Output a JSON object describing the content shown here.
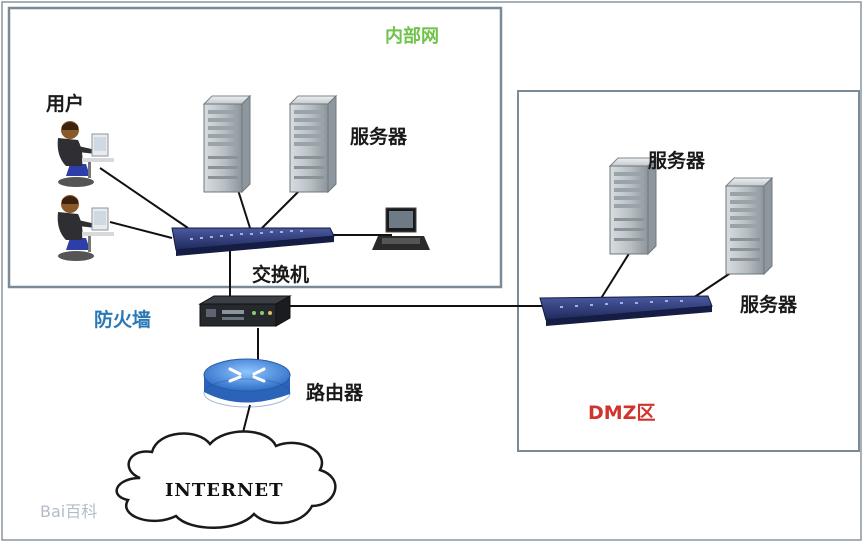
{
  "zones": {
    "internal": "内部网",
    "dmz": "DMZ区"
  },
  "labels": {
    "users": "用户",
    "internal_servers": "服务器",
    "switch": "交换机",
    "firewall": "防火墙",
    "router": "路由器",
    "dmz_server_top": "服务器",
    "dmz_server_right": "服务器",
    "internet": "INTERNET"
  },
  "watermark": "Bai百科",
  "colors": {
    "zone_border": "#7a8a96",
    "zone_label_internal": "#6fc24a",
    "zone_label_dmz": "#d0342c",
    "firewall_label": "#2a78b5",
    "router": "#3a7fd0",
    "switch": "#2c3a78"
  },
  "icons": [
    "user-icon",
    "server-icon",
    "switch-icon",
    "laptop-icon",
    "firewall-icon",
    "router-icon",
    "cloud-icon"
  ]
}
